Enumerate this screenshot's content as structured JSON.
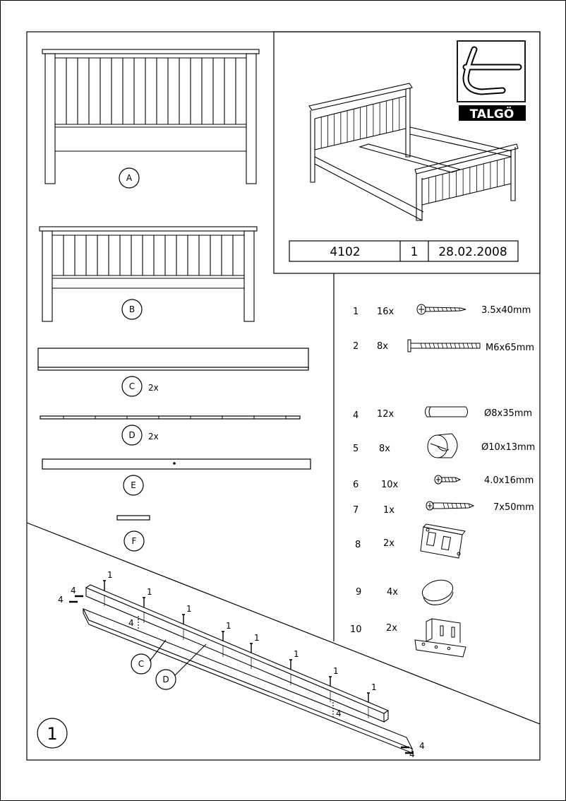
{
  "brand": {
    "logo_letter": "t",
    "name": "TALGÖ"
  },
  "title_block": {
    "article": "4102",
    "sheet": "1",
    "date": "28.02.2008"
  },
  "parts": [
    {
      "letter": "A",
      "qty": ""
    },
    {
      "letter": "B",
      "qty": ""
    },
    {
      "letter": "C",
      "qty": "2x"
    },
    {
      "letter": "D",
      "qty": "2x"
    },
    {
      "letter": "E",
      "qty": ""
    },
    {
      "letter": "F",
      "qty": ""
    }
  ],
  "hardware": [
    {
      "no": "1",
      "qty": "16x",
      "spec": "3.5x40mm",
      "icon": "wood-screw-icon"
    },
    {
      "no": "2",
      "qty": "8x",
      "spec": "M6x65mm",
      "icon": "bolt-icon"
    },
    {
      "no": "4",
      "qty": "12x",
      "spec": "Ø8x35mm",
      "icon": "dowel-icon"
    },
    {
      "no": "5",
      "qty": "8x",
      "spec": "Ø10x13mm",
      "icon": "cam-nut-icon"
    },
    {
      "no": "6",
      "qty": "10x",
      "spec": "4.0x16mm",
      "icon": "short-screw-icon"
    },
    {
      "no": "7",
      "qty": "1x",
      "spec": "7x50mm",
      "icon": "long-screw-icon"
    },
    {
      "no": "8",
      "qty": "2x",
      "spec": "",
      "icon": "plate-icon"
    },
    {
      "no": "9",
      "qty": "4x",
      "spec": "",
      "icon": "glide-icon"
    },
    {
      "no": "10",
      "qty": "2x",
      "spec": "",
      "icon": "bracket-icon"
    }
  ],
  "step": {
    "number": "1",
    "screw_callout": "1",
    "dowel_callout": "4",
    "part_c": "C",
    "part_d": "D"
  }
}
